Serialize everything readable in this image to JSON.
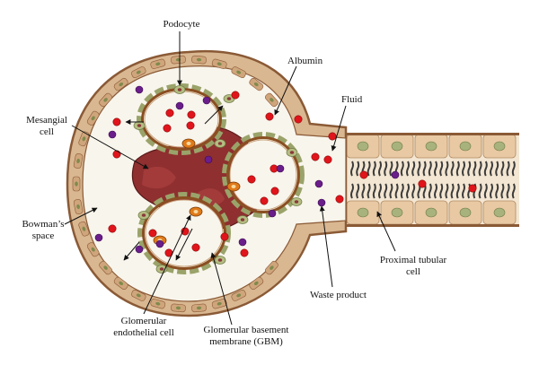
{
  "labels": {
    "podocyte": "Podocyte",
    "albumin": "Albumin",
    "fluid": "Fluid",
    "mesangial_1": "Mesangial",
    "mesangial_2": "cell",
    "bowman_1": "Bowman’s",
    "bowman_2": "space",
    "proximal_1": "Proximal tubular",
    "proximal_2": "cell",
    "waste": "Waste product",
    "endo_1": "Glomerular",
    "endo_2": "endothelial cell",
    "gbm_1": "Glomerular  basement",
    "gbm_2": "membrane (GBM)"
  },
  "colors": {
    "capsule_tan": "#d9b791",
    "capsule_edge": "#8a5a36",
    "lumen": "#f8f5ec",
    "podocyte_green": "#9aa36a",
    "membrane_brown": "#8a4f22",
    "mesangial": "#8f2f2f",
    "albumin_red": "#e0151b",
    "waste_purple": "#6a1e8a",
    "tubule_cell": "#e8c9a4",
    "tubule_nucleus": "#a8b27c",
    "brush_border": "#3a3a3a"
  },
  "icons": {
    "albumin": "red-dot-icon",
    "waste": "purple-dot-icon",
    "arrow": "arrow-icon"
  }
}
